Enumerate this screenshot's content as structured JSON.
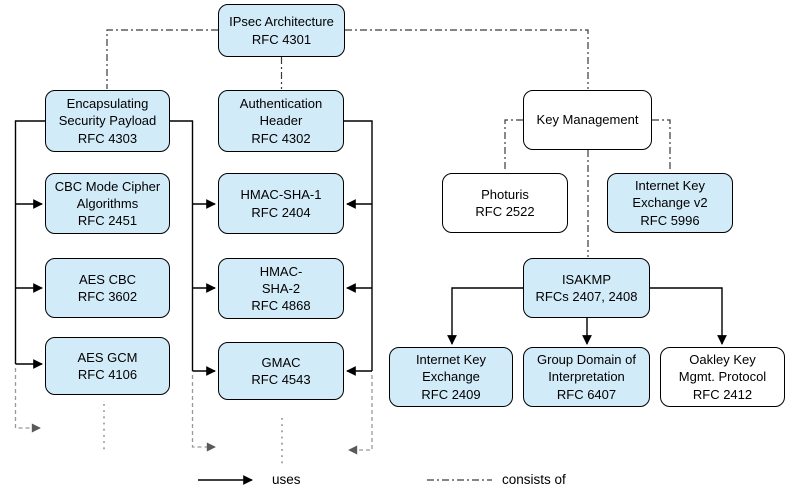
{
  "nodes": {
    "ipsec_architecture": {
      "label": "IPsec Architecture\nRFC 4301"
    },
    "esp": {
      "label": "Encapsulating\nSecurity Payload\nRFC 4303"
    },
    "authentication_header": {
      "label": "Authentication\nHeader\nRFC 4302"
    },
    "key_management": {
      "label": "Key Management"
    },
    "cbc_mode_cipher": {
      "label": "CBC Mode Cipher\nAlgorithms\nRFC 2451"
    },
    "hmac_sha1": {
      "label": "HMAC-SHA-1\nRFC 2404"
    },
    "photuris": {
      "label": "Photuris\nRFC 2522"
    },
    "ikev2": {
      "label": "Internet Key\nExchange v2\nRFC 5996"
    },
    "aes_cbc": {
      "label": "AES CBC\nRFC 3602"
    },
    "hmac_sha2": {
      "label": "HMAC-\nSHA-2\nRFC 4868"
    },
    "isakmp": {
      "label": "ISAKMP\nRFCs 2407, 2408"
    },
    "aes_gcm": {
      "label": "AES GCM\nRFC 4106"
    },
    "gmac": {
      "label": "GMAC\nRFC 4543"
    },
    "ike": {
      "label": "Internet Key\nExchange\nRFC 2409"
    },
    "gdoi": {
      "label": "Group Domain of\nInterpretation\nRFC 6407"
    },
    "oakley": {
      "label": "Oakley Key\nMgmt. Protocol\nRFC 2412"
    }
  },
  "legend": {
    "uses": "uses",
    "consists_of": "consists of"
  },
  "colors": {
    "node_fill_blue": "#d2ebf8",
    "node_fill_white": "#ffffff",
    "node_border": "#000000",
    "solid_line": "#000000",
    "dashdot_line": "#3a3a3a",
    "gray_dash": "#999999",
    "gray_arrow": "#5a5a5a"
  }
}
